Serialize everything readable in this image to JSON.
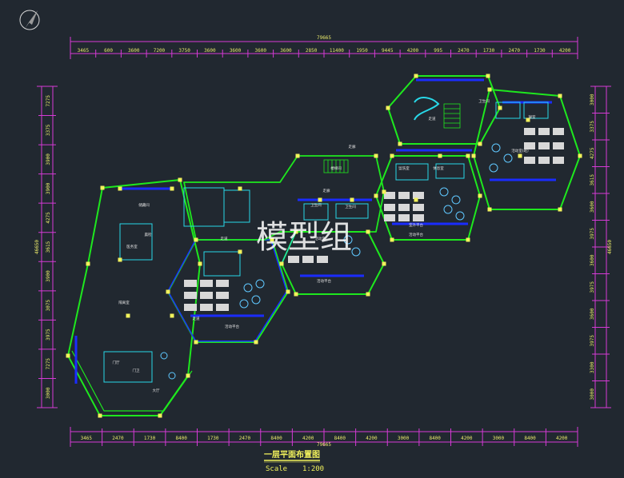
{
  "drawing": {
    "title": "一层平面布置图",
    "scale_label": "Scale",
    "scale_value": "1:200",
    "watermark": "模型组"
  },
  "dimensions": {
    "top_total": "79665",
    "top_segments": [
      "3465",
      "600",
      "3600",
      "7200",
      "3750",
      "3600",
      "3600",
      "3600",
      "3600",
      "2850",
      "11400",
      "1950",
      "9445",
      "4200",
      "995",
      "2470",
      "1730",
      "2470",
      "1730",
      "4200"
    ],
    "bottom_total": "79665",
    "bottom_segments": [
      "3465",
      "2470",
      "1730",
      "8400",
      "1730",
      "2470",
      "8400",
      "4200",
      "8400",
      "4200",
      "3000",
      "8400",
      "4200",
      "3000",
      "8400",
      "4200"
    ],
    "left_total": "46650",
    "left_segments": [
      "7275",
      "3375",
      "3900",
      "3900",
      "4275",
      "3615",
      "3900",
      "3075",
      "3975",
      "7275",
      "3000"
    ],
    "right_total": "46650",
    "right_segments": [
      "3000",
      "3375",
      "4275",
      "3615",
      "3600",
      "3975",
      "3600",
      "3975",
      "3600",
      "3975",
      "3300",
      "3000"
    ]
  },
  "rooms": [
    "走廊",
    "楼梯间",
    "室外平台",
    "活动室(班)",
    "卫生间",
    "走道",
    "活动平台",
    "休息室",
    "盥洗室",
    "寝室",
    "卫生间",
    "活动室",
    "走廊",
    "卫生间",
    "活动平台",
    "走道",
    "门厅",
    "晨检",
    "医务室",
    "隔离室",
    "走道",
    "储藏间",
    "活动平台",
    "门卫",
    "大厅"
  ],
  "colors": {
    "background": "#212830",
    "wall_green": "#1ee81e",
    "wall_blue": "#1a2cff",
    "cyan": "#28d8e8",
    "dimension": "#d63ad6",
    "dim_text": "#e8e86a",
    "column": "#f2f25c"
  },
  "icons": [
    "north-arrow-icon"
  ]
}
